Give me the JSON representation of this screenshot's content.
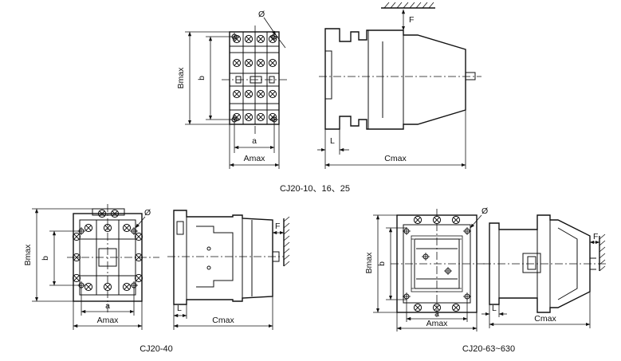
{
  "captions": {
    "top": "CJ20-10、16、25",
    "bottom_left": "CJ20-40",
    "bottom_right": "CJ20-63~630"
  },
  "dimension_labels": {
    "a": "a",
    "b": "b",
    "amax": "Amax",
    "bmax": "Bmax",
    "cmax": "Cmax",
    "f": "F",
    "l": "L",
    "phi": "Ø"
  },
  "icons": [
    "terminal-screw-icon",
    "mounting-hole-icon",
    "wall-hatch-icon"
  ]
}
